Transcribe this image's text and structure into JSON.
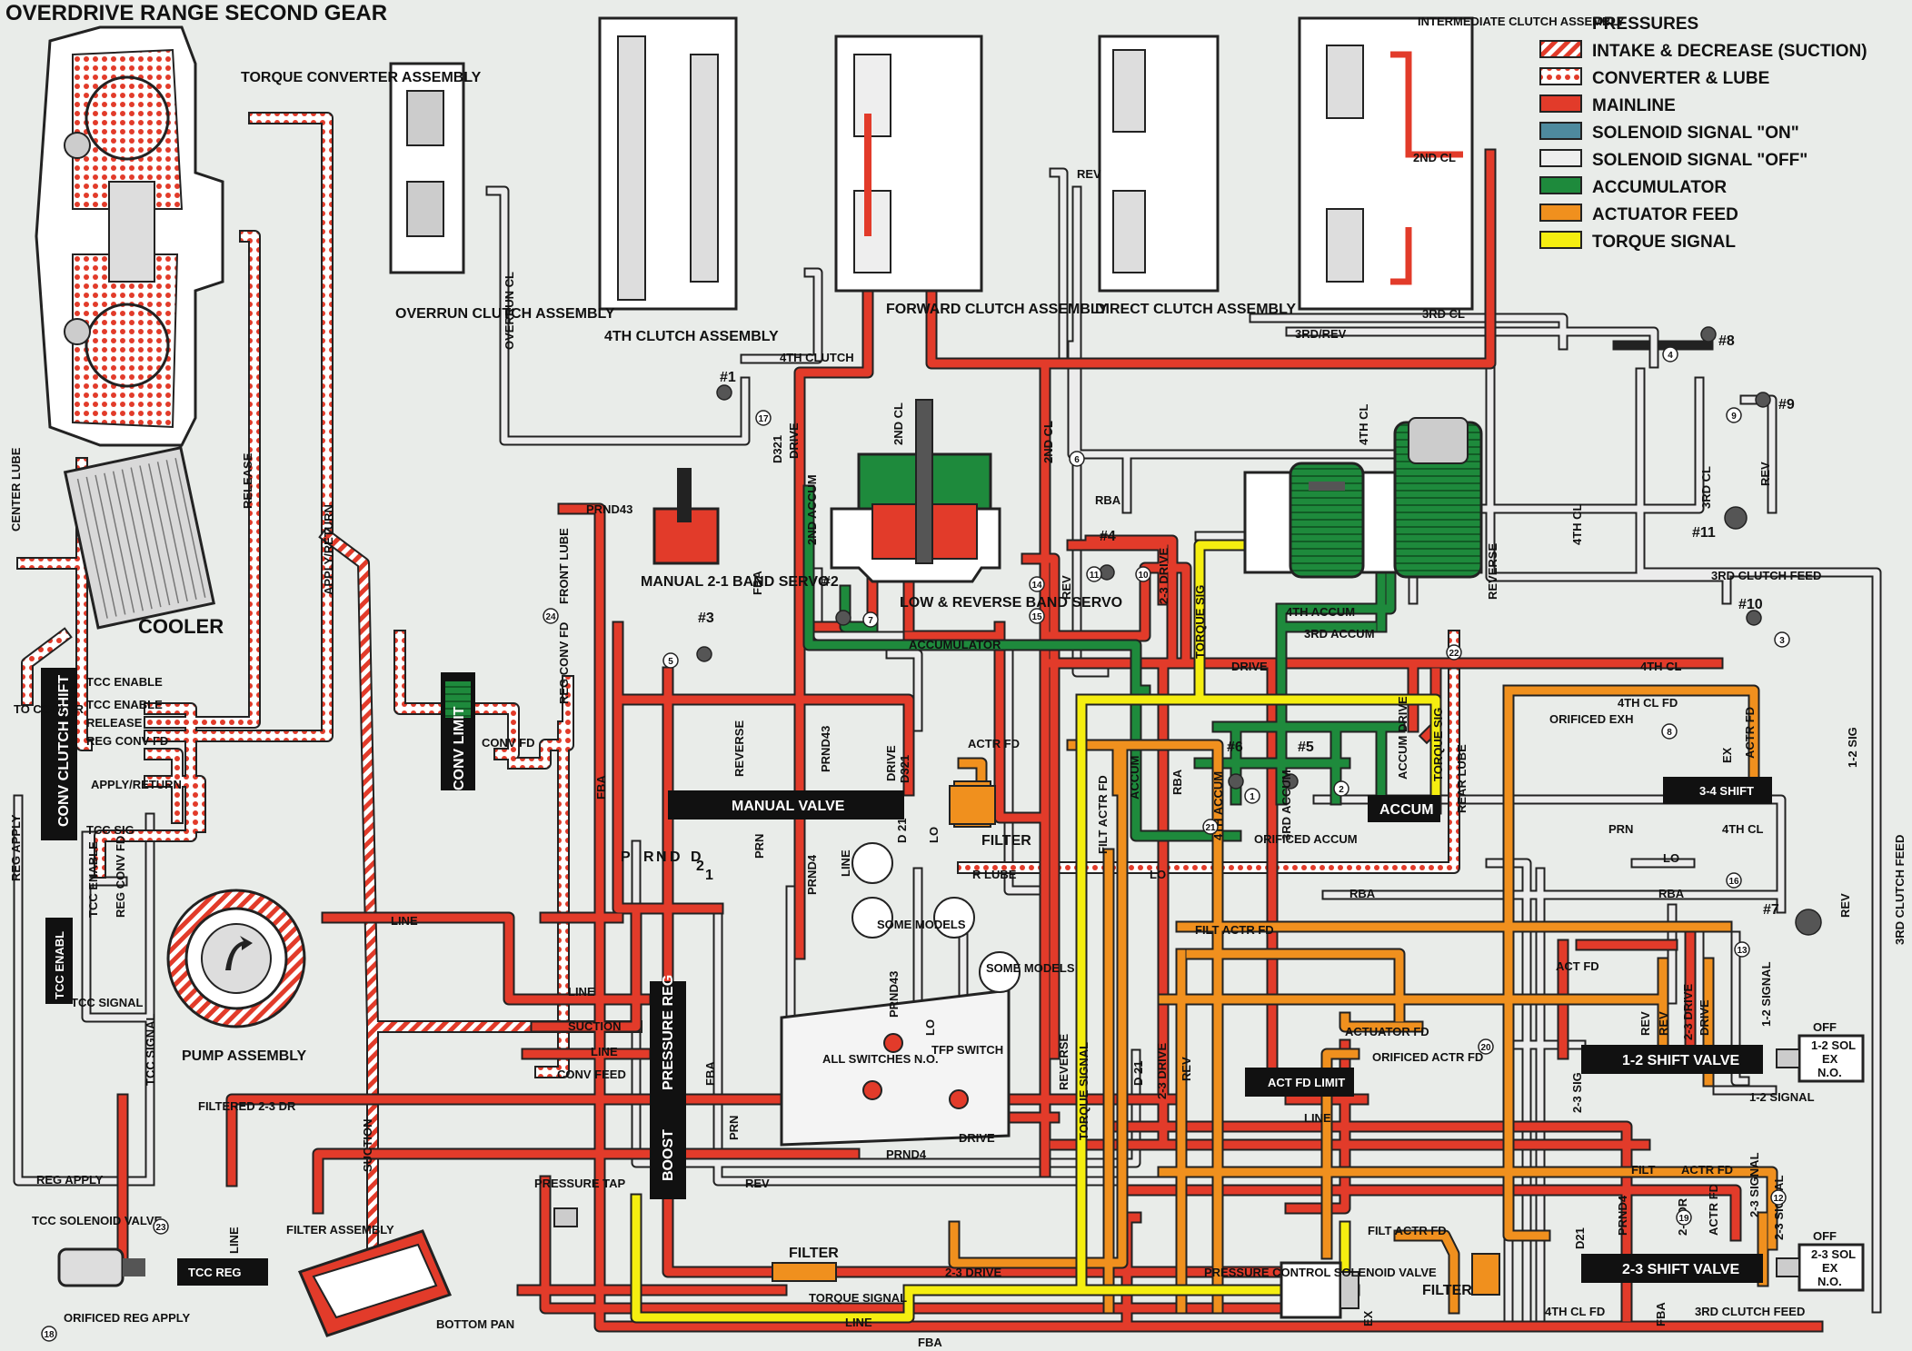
{
  "title": "OVERDRIVE RANGE SECOND GEAR",
  "legend": {
    "heading": "PRESSURES",
    "items": [
      {
        "label": "INTAKE & DECREASE (SUCTION)",
        "color": "#e23b2a",
        "style": "hatch"
      },
      {
        "label": "CONVERTER & LUBE",
        "color": "#e23b2a",
        "style": "dots"
      },
      {
        "label": "MAINLINE",
        "color": "#e23b2a",
        "style": "solid"
      },
      {
        "label": "SOLENOID SIGNAL \"ON\"",
        "color": "#4e8a9e",
        "style": "solid"
      },
      {
        "label": "SOLENOID SIGNAL \"OFF\"",
        "color": "#eeeeee",
        "style": "solid"
      },
      {
        "label": "ACCUMULATOR",
        "color": "#1e8a3c",
        "style": "solid"
      },
      {
        "label": "ACTUATOR FEED",
        "color": "#f0901e",
        "style": "solid"
      },
      {
        "label": "TORQUE SIGNAL",
        "color": "#f5ee10",
        "style": "solid"
      }
    ]
  },
  "components": {
    "torque_converter": "TORQUE CONVERTER ASSEMBLY",
    "cooler": "COOLER",
    "overrun_clutch": "OVERRUN CLUTCH ASSEMBLY",
    "fourth_clutch": "4TH CLUTCH ASSEMBLY",
    "forward_clutch": "FORWARD CLUTCH ASSEMBLY",
    "direct_clutch": "DIRECT CLUTCH ASSEMBLY",
    "intermediate_clutch": "INTERMEDIATE CLUTCH ASSEMBLY",
    "manual_21_band_servo": "MANUAL 2-1 BAND SERVO",
    "low_reverse_band_servo": "LOW & REVERSE BAND SERVO",
    "pump": "PUMP ASSEMBLY",
    "filter_assembly": "FILTER ASSEMBLY",
    "bottom_pan": "BOTTOM PAN",
    "tcc_solenoid_valve": "TCC SOLENOID VALVE",
    "pressure_tap": "PRESSURE TAP",
    "pressure_control_solenoid": "PRESSURE CONTROL SOLENOID VALVE",
    "filter_1": "FILTER",
    "filter_2": "FILTER",
    "filter_3": "FILTER",
    "tfp_switch": "TFP SWITCH",
    "all_switches": "ALL SWITCHES N.O.",
    "some_models_1": "SOME MODELS",
    "some_models_2": "SOME MODELS"
  },
  "valves": {
    "conv_clutch_shift": "CONV CLUTCH SHIFT",
    "conv_limit": "CONV LIMIT",
    "tcc_enable": "TCC ENABL",
    "tcc_reg": "TCC REG",
    "manual_valve": "MANUAL VALVE",
    "pressure_reg": "PRESSURE REG",
    "boost": "BOOST",
    "accum": "ACCUM",
    "act_fd_limit": "ACT FD LIMIT",
    "shift_34": "3-4 SHIFT",
    "shift_12": "1-2 SHIFT VALVE",
    "shift_23": "2-3 SHIFT VALVE"
  },
  "solenoids": {
    "sol_12": {
      "name": "1-2 SOL",
      "state": "OFF",
      "no": "N.O.",
      "ex": "EX"
    },
    "sol_23": {
      "name": "2-3 SOL",
      "state": "OFF",
      "no": "N.O.",
      "ex": "EX"
    }
  },
  "balls": [
    "#1",
    "#2",
    "#3",
    "#4",
    "#5",
    "#6",
    "#7",
    "#8",
    "#9",
    "#10",
    "#11"
  ],
  "orifices": [
    "1",
    "2",
    "3",
    "4",
    "5",
    "6",
    "7",
    "8",
    "9",
    "10",
    "11",
    "12",
    "13",
    "14",
    "15",
    "16",
    "17",
    "18",
    "19",
    "20",
    "21",
    "22",
    "23",
    "24"
  ],
  "manual_positions": [
    "P",
    "R",
    "N",
    "D",
    "D",
    "2",
    "1"
  ],
  "lines": {
    "tcc_enable_1": "TCC ENABLE",
    "tcc_enable_2": "TCC ENABLE",
    "release": "RELEASE",
    "reg_conv_fd": "REG CONV FD",
    "apply_return": "APPLY/RETURN",
    "tcc_sig": "TCC SIG",
    "to_cooler": "TO COOLER",
    "center_lube": "CENTER LUBE",
    "release_v": "RELEASE",
    "apply_return_v": "APPLY/RETURN",
    "reg_apply": "REG APPLY",
    "tcc_enable_v": "TCC ENABLE",
    "reg_conv_fd_v": "REG CONV FD",
    "tcc_signal": "TCC SIGNAL",
    "tcc_signal_v": "TCC SIGNAL",
    "filtered_23_dr": "FILTERED 2-3 DR",
    "reg_apply_2": "REG APPLY",
    "orificed_reg_apply": "ORIFICED REG APPLY",
    "line_pump": "LINE",
    "suction_v": "SUCTION",
    "line_1": "LINE",
    "suction": "SUCTION",
    "line_2": "LINE",
    "conv_feed": "CONV FEED",
    "conv_fd": "CONV FD",
    "reg_conv_fd_2": "REG CONV FD",
    "front_lube": "FRONT LUBE",
    "overrun_cl": "OVERRUN CL",
    "fourth_clutch": "4TH CLUTCH",
    "d321": "D321",
    "drive": "DRIVE",
    "prnd43": "PRND43",
    "fba": "FBA",
    "fba_v": "FBA",
    "second_cl": "2ND CL",
    "second_accum": "2ND ACCUM",
    "accumulator": "ACCUMULATOR",
    "second_cl_v": "2ND CL",
    "rev": "REV",
    "rba": "RBA",
    "rev_v": "REV",
    "drive_23": "2-3 DRIVE",
    "torque_sig": "TORQUE SIG",
    "fourth_accum": "4TH ACCUM",
    "third_accum": "3RD ACCUM",
    "fourth_cl_v": "4TH CL",
    "second_cl_box": "2ND CL",
    "third_rev": "3RD/REV",
    "third_cl": "3RD CL",
    "reverse_v": "REVERSE",
    "fourth_cl_v2": "4TH CL",
    "third_clutch_feed": "3RD CLUTCH FEED",
    "fourth_cl": "4TH CL",
    "drive_h": "DRIVE",
    "fourth_cl_fd": "4TH CL FD",
    "orificed_exh": "ORIFICED EXH",
    "third_cl_v": "3RD CL",
    "rev_v2": "REV",
    "fourth_cl_2": "4TH CL",
    "prn": "PRN",
    "lo": "LO",
    "rba_2": "RBA",
    "rba_3": "RBA",
    "rev_v3": "REV",
    "third_clutch_feed_v": "3RD CLUTCH FEED",
    "one_two_sig": "1-2 SIG",
    "actr_fd": "ACTR FD",
    "ex_34": "EX",
    "actr_fd_2": "ACTR FD",
    "filt_actr_fd": "FILT ACTR FD",
    "filt_actr_fd_v": "FILT ACTR FD",
    "accum_v": "ACCUM",
    "rba_v": "RBA",
    "fourth_accum_v": "4TH ACCUM",
    "third_accum_v": "3RD ACCUM",
    "accum_drive": "ACCUM DRIVE",
    "torque_sig_v": "TORQUE SIG",
    "rear_lube": "REAR LUBE",
    "orificed_accum": "ORIFICED ACCUM",
    "lo_2": "LO",
    "r_lube": "R LUBE",
    "reverse_mv": "REVERSE",
    "prnd43_mv": "PRND43",
    "drive_mv": "DRIVE",
    "d321_mv": "D321",
    "prn_mv": "PRN",
    "prnd4": "PRND4",
    "line_mv": "LINE",
    "d21": "D 21",
    "lo_mv": "LO",
    "act_fd": "ACT FD",
    "rev_12": "REV",
    "rev_12b": "REV",
    "drive_23b": "2-3 DRIVE",
    "drive_12": "DRIVE",
    "one_two_signal": "1-2 SIGNAL",
    "one_two_signal_2": "1-2 SIGNAL",
    "actuator_fd": "ACTUATOR FD",
    "orificed_actr_fd": "ORIFICED ACTR FD",
    "line_act": "LINE",
    "reverse_lower": "REVERSE",
    "torque_signal_v": "TORQUE SIGNAL",
    "d21_v": "D 21",
    "drive_23_v": "2-3 DRIVE",
    "rev_v4": "REV",
    "drive_tfp": "DRIVE",
    "prnd4_2": "PRND4",
    "rev_2": "REV",
    "prn_v": "PRN",
    "fba_lower": "FBA",
    "lo_tfp": "LO",
    "prnd43_tfp": "PRND43",
    "filter_23": "2-3 DRIVE",
    "torque_signal": "TORQUE SIGNAL",
    "line_bottom": "LINE",
    "fba_bottom": "FBA",
    "filt": "FILT",
    "actr_fd_3": "ACTR FD",
    "two_three_sig": "2-3 SIG",
    "two_three_signal": "2-3 SIGNAL",
    "two_three_signal_2": "2-3 SIGNAL",
    "filt_actr_fd_2": "FILT ACTR FD",
    "d21_23": "D21",
    "prnd4_23": "PRND4",
    "two_three_dr": "2-3 DR",
    "actr_fd_23": "ACTR FD",
    "fourth_cl_fd_2": "4TH CL FD",
    "fba_23": "FBA",
    "third_clutch_feed_2": "3RD CLUTCH FEED",
    "ex_generic": "EX"
  }
}
